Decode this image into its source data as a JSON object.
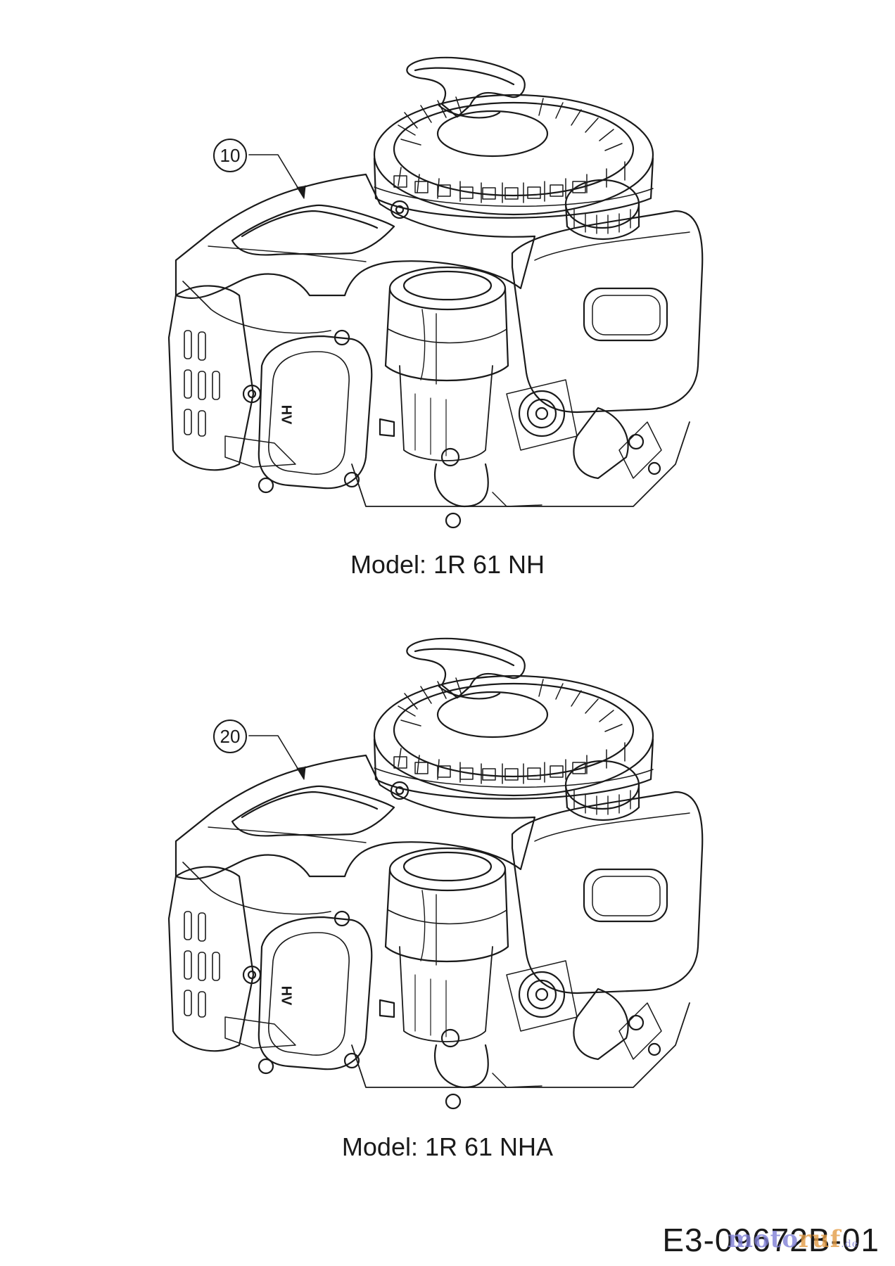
{
  "diagram": {
    "parts": [
      {
        "callout": "10",
        "model_label": "Model: 1R 61 NH",
        "cover_badge": "HV"
      },
      {
        "callout": "20",
        "model_label": "Model: 1R 61 NHA",
        "cover_badge": "HV"
      }
    ],
    "drawing_number": "E3-09672B-01",
    "watermark": {
      "a": "moto",
      "b": "ruf",
      "c": ".de"
    },
    "colors": {
      "line": "#1a1a1a",
      "background": "#ffffff"
    }
  }
}
